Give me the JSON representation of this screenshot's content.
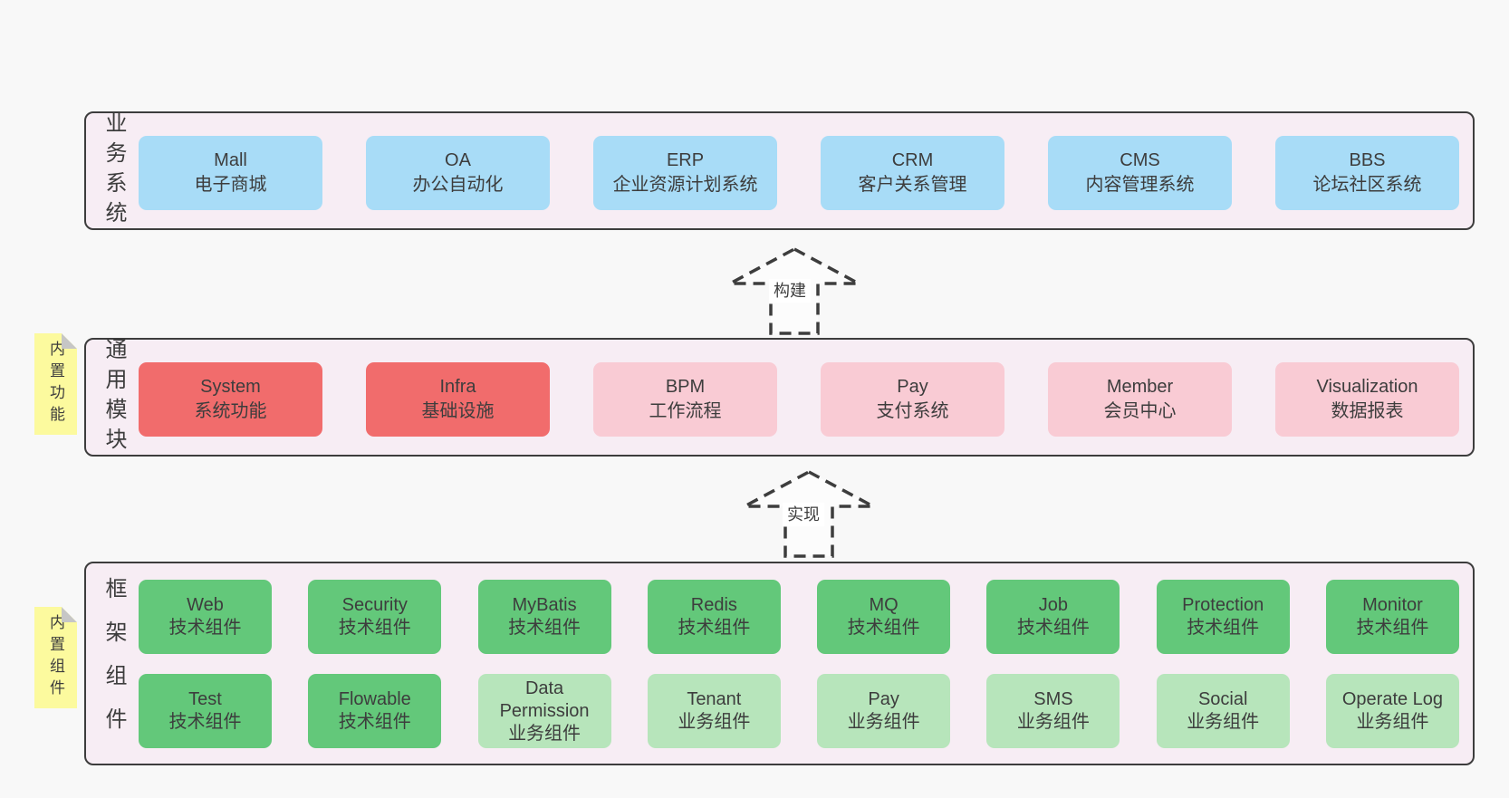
{
  "diagram": {
    "colors": {
      "page-bg": "#f8f8f8",
      "band-bg": "#f7edf4",
      "line": "#3d3d3d",
      "ink": "#3d3d3d",
      "box-blue": "#a8dcf7",
      "box-red": "#f16c6c",
      "box-pink": "#f9cbd4",
      "box-green-dark": "#63c87a",
      "box-green-light": "#b7e5bb",
      "sticky": "#fcfa9e",
      "sticky-fold": "#c6c6c6",
      "arrow-fill": "#fcfcfc"
    },
    "arrows": [
      {
        "label": "构建"
      },
      {
        "label": "实现"
      }
    ],
    "bands": [
      {
        "label": "业务系统",
        "boxes": [
          {
            "title": "Mall",
            "subtitle": "电子商城"
          },
          {
            "title": "OA",
            "subtitle": "办公自动化"
          },
          {
            "title": "ERP",
            "subtitle": "企业资源计划系统"
          },
          {
            "title": "CRM",
            "subtitle": "客户关系管理"
          },
          {
            "title": "CMS",
            "subtitle": "内容管理系统"
          },
          {
            "title": "BBS",
            "subtitle": "论坛社区系统"
          }
        ]
      },
      {
        "label": "通用模块",
        "sticky": "内置功能",
        "boxes": [
          {
            "title": "System",
            "subtitle": "系统功能"
          },
          {
            "title": "Infra",
            "subtitle": "基础设施"
          },
          {
            "title": "BPM",
            "subtitle": "工作流程"
          },
          {
            "title": "Pay",
            "subtitle": "支付系统"
          },
          {
            "title": "Member",
            "subtitle": "会员中心"
          },
          {
            "title": "Visualization",
            "subtitle": "数据报表"
          }
        ]
      },
      {
        "label": "框架组件",
        "sticky": "内置组件",
        "rows": [
          [
            {
              "title": "Web",
              "subtitle": "技术组件"
            },
            {
              "title": "Security",
              "subtitle": "技术组件"
            },
            {
              "title": "MyBatis",
              "subtitle": "技术组件"
            },
            {
              "title": "Redis",
              "subtitle": "技术组件"
            },
            {
              "title": "MQ",
              "subtitle": "技术组件"
            },
            {
              "title": "Job",
              "subtitle": "技术组件"
            },
            {
              "title": "Protection",
              "subtitle": "技术组件"
            },
            {
              "title": "Monitor",
              "subtitle": "技术组件"
            }
          ],
          [
            {
              "title": "Test",
              "subtitle": "技术组件"
            },
            {
              "title": "Flowable",
              "subtitle": "技术组件"
            },
            {
              "title": "Data Permission",
              "subtitle": "业务组件"
            },
            {
              "title": "Tenant",
              "subtitle": "业务组件"
            },
            {
              "title": "Pay",
              "subtitle": "业务组件"
            },
            {
              "title": "SMS",
              "subtitle": "业务组件"
            },
            {
              "title": "Social",
              "subtitle": "业务组件"
            },
            {
              "title": "Operate Log",
              "subtitle": "业务组件"
            }
          ]
        ]
      }
    ]
  }
}
